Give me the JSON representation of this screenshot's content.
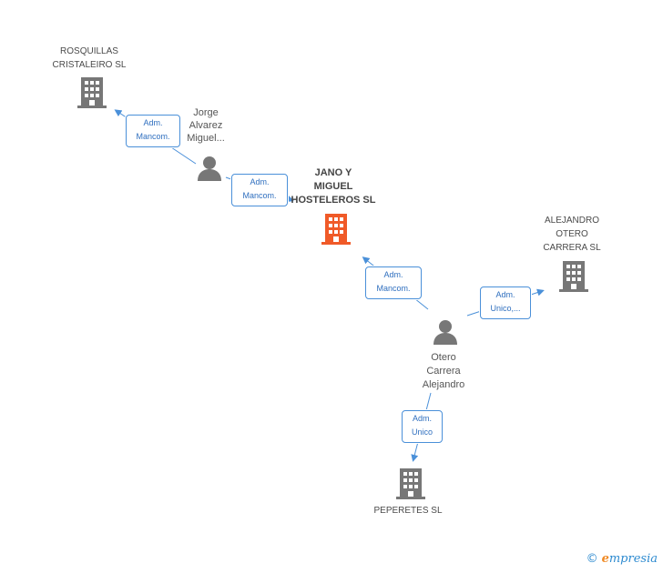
{
  "nodes": {
    "rosquillas": {
      "line1": "ROSQUILLAS",
      "line2": "CRISTALEIRO SL"
    },
    "jorge": {
      "line1": "Jorge",
      "line2": "Alvarez",
      "line3": "Miguel..."
    },
    "main": {
      "line1": "JANO Y",
      "line2": "MIGUEL",
      "line3": "HOSTELEROS SL"
    },
    "alejandro_co": {
      "line1": "ALEJANDRO",
      "line2": "OTERO",
      "line3": "CARRERA SL"
    },
    "otero": {
      "line1": "Otero",
      "line2": "Carrera",
      "line3": "Alejandro"
    },
    "peperetes": {
      "line1": "PEPERETES SL"
    }
  },
  "edges": {
    "e1": {
      "line1": "Adm.",
      "line2": "Mancom."
    },
    "e2": {
      "line1": "Adm.",
      "line2": "Mancom."
    },
    "e3": {
      "line1": "Adm.",
      "line2": "Mancom."
    },
    "e4": {
      "line1": "Adm.",
      "line2": "Unico,..."
    },
    "e5": {
      "line1": "Adm.",
      "line2": "Unico"
    }
  },
  "colors": {
    "main_company": "#f05a28",
    "company": "#777777",
    "person": "#777777",
    "link": "#4a90d9"
  },
  "icons": {
    "rosquillas": "building-icon",
    "jorge": "person-icon",
    "main": "building-icon",
    "alejandro_co": "building-icon",
    "otero": "person-icon",
    "peperetes": "building-icon"
  },
  "brand": {
    "copyright": "©",
    "name_initial": "e",
    "name_rest": "mpresia"
  }
}
